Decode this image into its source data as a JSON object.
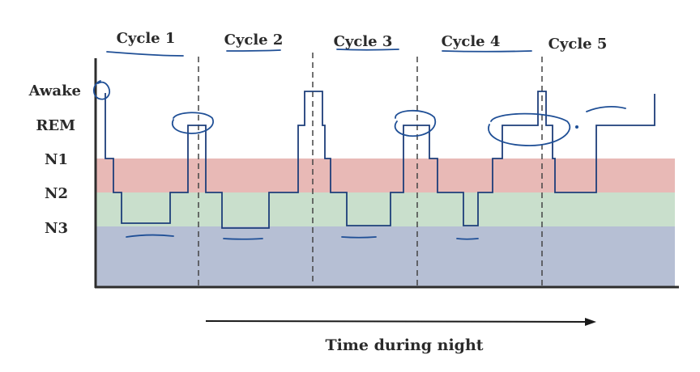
{
  "stage_labels": [
    "Awake",
    "REM",
    "N1",
    "N2",
    "N3"
  ],
  "cycles": [
    "Cycle 1",
    "Cycle 2",
    "Cycle 3",
    "Cycle 4",
    "Cycle 5"
  ],
  "xlabel": "Time during night",
  "colors": {
    "n1_band": "#e8b9b6",
    "n2_band": "#c9dfcc",
    "n3_band": "#b6bfd4",
    "trace": "#1d3e7a",
    "ink": "#1f4f96",
    "axis": "#2d2d2d",
    "divider": "#444444"
  }
}
